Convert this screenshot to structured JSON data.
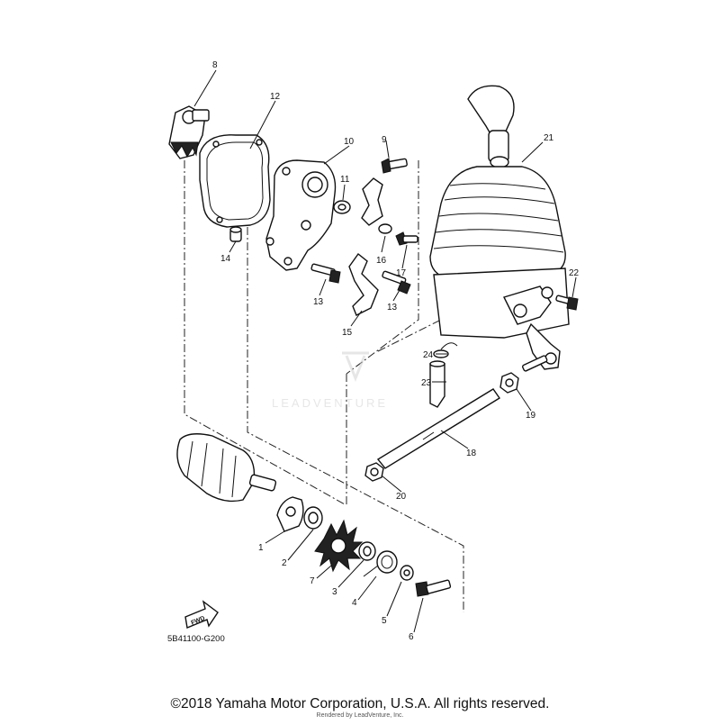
{
  "diagram_code": "5B41100-G200",
  "fwd_label": "FWD",
  "watermark": "LEADVENTURE",
  "copyright": "©2018 Yamaha Motor Corporation, U.S.A. All rights reserved.",
  "rendered_by": "Rendered by LeadVenture, Inc.",
  "callouts": [
    "1",
    "2",
    "3",
    "4",
    "5",
    "6",
    "7",
    "8",
    "9",
    "10",
    "11",
    "12",
    "13",
    "13",
    "14",
    "15",
    "16",
    "17",
    "18",
    "19",
    "20",
    "21",
    "22",
    "23",
    "24"
  ]
}
